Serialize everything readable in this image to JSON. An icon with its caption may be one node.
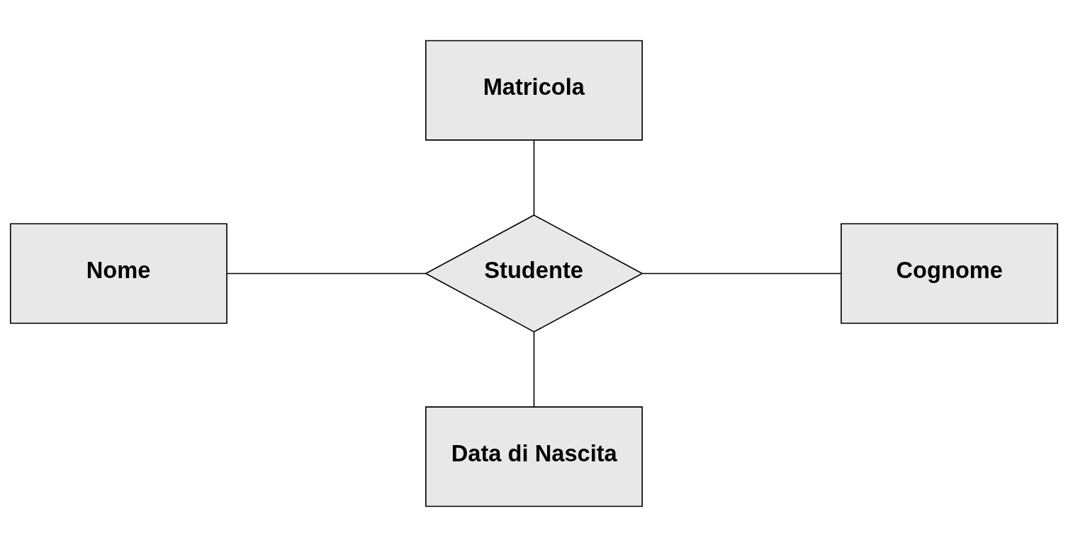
{
  "diagram": {
    "nodes": [
      {
        "text": [
          "Matricola"
        ]
      },
      {
        "text": [
          "Nome"
        ]
      },
      {
        "text": [
          "Studente"
        ]
      },
      {
        "text": [
          "Cognome"
        ]
      },
      {
        "text": [
          "Data di Nascita"
        ]
      }
    ],
    "edges": [
      {
        "from": 0,
        "to": 2,
        "arrow": "none"
      },
      {
        "from": 1,
        "to": 2,
        "arrow": "none"
      },
      {
        "from": 2,
        "to": 3,
        "arrow": "none"
      },
      {
        "from": 2,
        "to": 4,
        "arrow": "none"
      }
    ]
  }
}
